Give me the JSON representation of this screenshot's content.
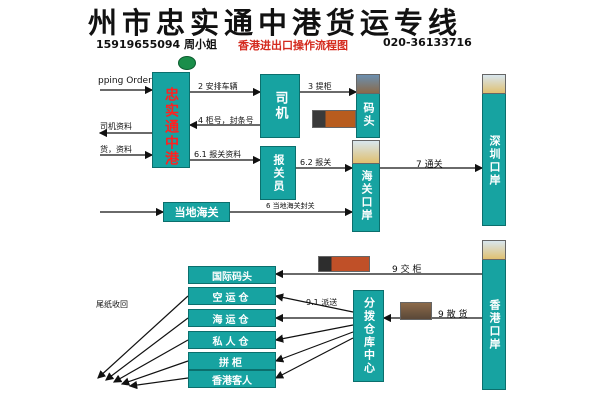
{
  "header": {
    "title": "州市忠实通中港货运专线",
    "phone_contact": "15919655094 周小姐",
    "subtitle": "香港进出口操作流程图",
    "phone_office": "020-36133716"
  },
  "nodes": {
    "company": "忠实通中港",
    "driver": "司机",
    "terminal": "码头",
    "broker": "报关员",
    "customs_port": "海关口岸",
    "local_customs": "当地海关",
    "shenzhen_port": "深圳口岸",
    "hk_port": "香港口岸",
    "distribution": "分拨仓库中心",
    "dest_terminal": "国际码头",
    "dest_air": "空运仓",
    "dest_sea": "海运仓",
    "dest_private": "私人仓",
    "dest_consol": "拼柜",
    "dest_client": "香港客人"
  },
  "edges": {
    "shipping_order": "pping Order",
    "arrange_truck": "2 安排车辆",
    "pick_container": "3 提柜",
    "container_seal": "4 柜号，封条号",
    "driver_info": "司机资料",
    "goods_docs": "货，资料",
    "customs_data": "6.1 报关资料",
    "declare": "6.2 报关",
    "pass_customs": "7 通关",
    "local_seal": "6 当地海关封关",
    "deliver_container": "9 交 柜",
    "bulk_cargo": "9 散 货",
    "dispatch": "9.1 派送",
    "receipt": "尾纸收回"
  },
  "colors": {
    "box_fill": "#17a3a1",
    "box_border": "#0b6f6d",
    "red_text": "#ff2020",
    "subtitle_red": "#d42a1e"
  }
}
